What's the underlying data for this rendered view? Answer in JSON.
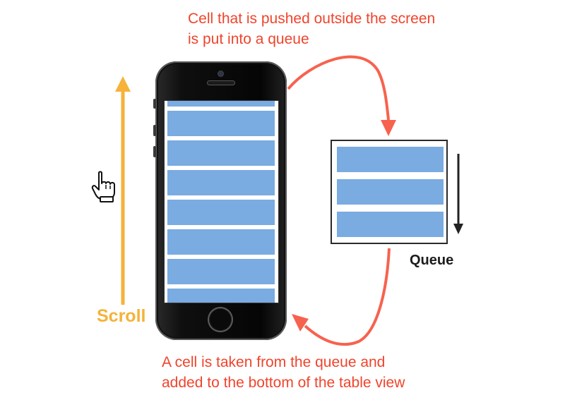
{
  "annotations": {
    "top_lines": [
      "Cell that is pushed outside the screen",
      "is put into a queue"
    ],
    "bottom_lines": [
      "A cell is taken from the queue and",
      "added to the bottom of the table view"
    ]
  },
  "labels": {
    "scroll": "Scroll",
    "queue": "Queue"
  },
  "colors": {
    "annotation_red": "#f0442c",
    "curved_arrow_salmon": "#f7624e",
    "scroll_orange": "#f6b23a",
    "cell_blue": "#7aabe1",
    "queue_border": "#2a2a2a"
  },
  "icons": {
    "scroll_hand": "pointing-hand-icon",
    "scroll_arrow": "up-arrow-icon",
    "queue_arrow": "down-arrow-icon",
    "to_queue_arrow": "curved-arrow-icon",
    "from_queue_arrow": "curved-arrow-icon"
  },
  "phone": {
    "visible_cells": 7
  },
  "queue": {
    "cells": 3
  }
}
